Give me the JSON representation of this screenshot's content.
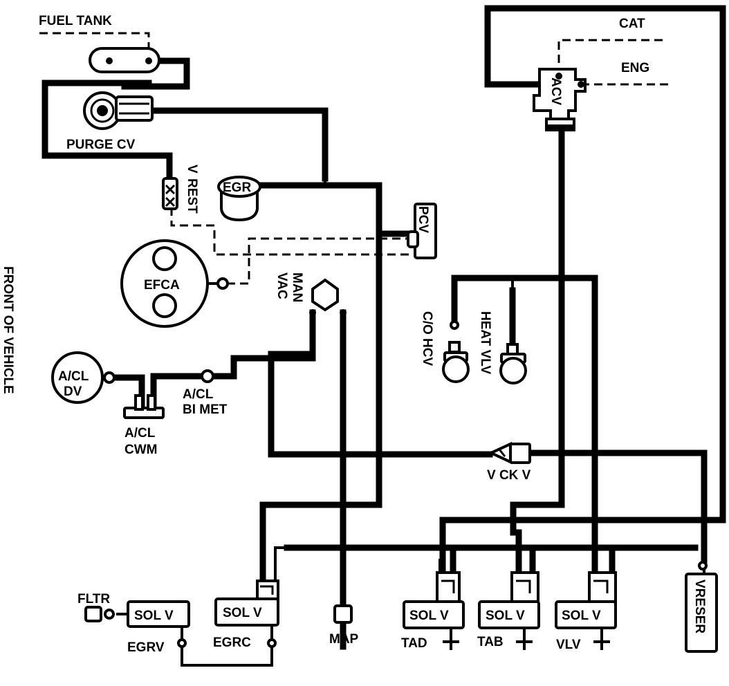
{
  "labels": {
    "fuel_tank": "FUEL TANK",
    "purge_cv": "PURGE CV",
    "v_rest_1": "V",
    "v_rest_2": "REST",
    "egr": "EGR",
    "pcv": "PCV",
    "efca": "EFCA",
    "man_vac_1": "MAN",
    "man_vac_2": "VAC",
    "acl_dv_1": "A/CL",
    "acl_dv_2": "DV",
    "acl_bi_met_1": "A/CL",
    "acl_bi_met_2": "BI MET",
    "acl_cwm_1": "A/CL",
    "acl_cwm_2": "CWM",
    "front_of_vehicle": "FRONT OF VEHICLE",
    "cat": "CAT",
    "eng": "ENG",
    "acv": "ACV",
    "co_hcv": "C/O HCV",
    "heat_vlv": "HEAT VLV",
    "v_ck_v": "V CK V",
    "fltr": "FLTR",
    "sol_v": "SOL V",
    "egrv": "EGRV",
    "egrc": "EGRC",
    "map": "MAP",
    "tad": "TAD",
    "tab": "TAB",
    "vlv": "VLV",
    "vreser": "VRESER"
  },
  "colors": {
    "ink": "#000000",
    "paper": "#ffffff"
  }
}
